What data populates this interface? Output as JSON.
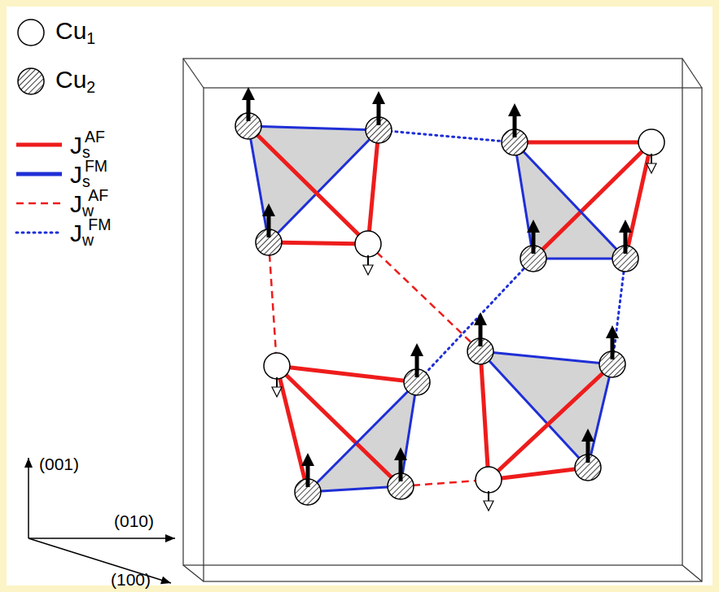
{
  "diagram": {
    "labels": [
      "(001)",
      "(010)",
      "(100)"
    ],
    "legend": [
      {
        "text": "Cu1"
      },
      {
        "text": "Cu2"
      },
      {
        "text": "JsAF"
      },
      {
        "text": "JsFM"
      },
      {
        "text": "JwAF"
      },
      {
        "text": "JwFM"
      }
    ]
  }
}
